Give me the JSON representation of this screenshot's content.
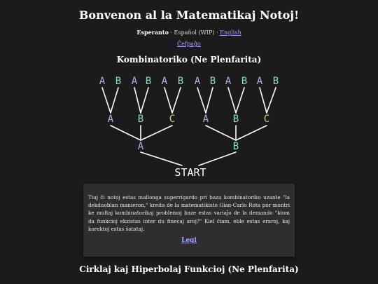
{
  "header": {
    "title": "Bonvenon al la Matematikaj Notoj!"
  },
  "languages": {
    "current": "Esperanto",
    "sep1": " · ",
    "other": "Español (WIP)",
    "sep2": " · ",
    "link": "English"
  },
  "nav": {
    "home_link": "Ĉefpaĝo"
  },
  "sections": [
    {
      "title": "Kombinatoriko (Ne Plenfarita)",
      "diagram": {
        "top_labels": [
          "A",
          "B",
          "A",
          "B",
          "A",
          "B",
          "A",
          "B",
          "A",
          "B",
          "A",
          "B"
        ],
        "middle_labels": [
          "A",
          "B",
          "C",
          "A",
          "B",
          "C"
        ],
        "lower_labels": [
          "A",
          "B"
        ],
        "root_label": "START"
      },
      "description": "Tiuj ĉi notoj estas mallonga superrigardo pri baza kombinatoriko uzante \"la dekduoblan manieron,\" kreita de la matematikisto Gian-Carlo Rota por montri ke multaj kombinatorikaj problemoj baze estas variaĵo de la demando \"kiom da funkcioj ekzistas inter du finecaj aroj?\" Kiel ĉiam, eble estas eraroj, kaj korektoj estas ŝatataj.",
      "read_label": "Legi"
    },
    {
      "title": "Cirklaj kaj Hiperbolaj Funkcioj (Ne Plenfarita)"
    }
  ],
  "colors": {
    "A": "#b7afe8",
    "B": "#8be0b4",
    "C": "#b8e06a",
    "link": "#a9a3ff",
    "line": "#ffffff"
  }
}
